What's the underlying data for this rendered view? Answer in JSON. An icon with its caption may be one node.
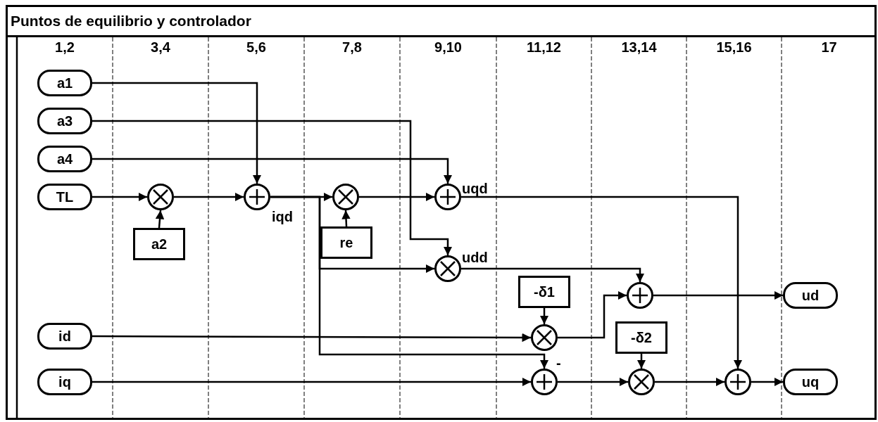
{
  "diagram": {
    "title": "Puntos de equilibrio y controlador",
    "nodes": [
      {
        "text": [
          "a1"
        ]
      },
      {
        "text": [
          "a3"
        ]
      },
      {
        "text": [
          "a4"
        ]
      },
      {
        "text": [
          "TL"
        ]
      },
      {
        "text": [],
        "shape": "circle"
      },
      {
        "text": [
          "a2"
        ]
      },
      {
        "text": [],
        "shape": "circle",
        "beside": [
          "iqd"
        ]
      },
      {
        "text": [],
        "shape": "circle"
      },
      {
        "text": [
          "re"
        ]
      },
      {
        "text": [],
        "shape": "circle",
        "beside": [
          "uqd"
        ]
      },
      {
        "text": [],
        "shape": "circle",
        "beside": [
          "udd"
        ]
      },
      {
        "text": [
          "-δ1"
        ]
      },
      {
        "text": [],
        "shape": "circle"
      },
      {
        "text": [
          "ud"
        ]
      },
      {
        "text": [
          "id"
        ]
      },
      {
        "text": [],
        "shape": "circle"
      },
      {
        "text": [
          "iq"
        ]
      },
      {
        "text": [],
        "shape": "circle",
        "beside": [
          "-"
        ]
      },
      {
        "text": [
          "-δ2"
        ]
      },
      {
        "text": [],
        "shape": "circle"
      },
      {
        "text": [],
        "shape": "circle"
      },
      {
        "text": [
          "uq"
        ]
      }
    ],
    "edges": [
      {
        "from": 0,
        "to": 6,
        "arrow": "to"
      },
      {
        "from": 1,
        "to": 10,
        "arrow": "to"
      },
      {
        "from": 2,
        "to": 9,
        "arrow": "to"
      },
      {
        "from": 3,
        "to": 4,
        "arrow": "to"
      },
      {
        "from": 5,
        "to": 4,
        "arrow": "to"
      },
      {
        "from": 4,
        "to": 6,
        "arrow": "to"
      },
      {
        "from": 6,
        "to": 7,
        "arrow": "to"
      },
      {
        "from": 6,
        "to": 10,
        "arrow": "to"
      },
      {
        "from": 6,
        "to": 17,
        "arrow": "to"
      },
      {
        "from": 8,
        "to": 7,
        "arrow": "to"
      },
      {
        "from": 7,
        "to": 9,
        "arrow": "to"
      },
      {
        "from": 9,
        "to": 20,
        "arrow": "to"
      },
      {
        "from": 10,
        "to": 12,
        "arrow": "to"
      },
      {
        "from": 11,
        "to": 15,
        "arrow": "to"
      },
      {
        "from": 14,
        "to": 15,
        "arrow": "to"
      },
      {
        "from": 15,
        "to": 12,
        "arrow": "to"
      },
      {
        "from": 12,
        "to": 13,
        "arrow": "to"
      },
      {
        "from": 16,
        "to": 17,
        "arrow": "to"
      },
      {
        "from": 17,
        "to": 19,
        "arrow": "to"
      },
      {
        "from": 18,
        "to": 19,
        "arrow": "to"
      },
      {
        "from": 19,
        "to": 20,
        "arrow": "to"
      },
      {
        "from": 20,
        "to": 21,
        "arrow": "to"
      }
    ],
    "labels": [
      "1,2",
      "3,4",
      "5,6",
      "7,8",
      "9,10",
      "11,12",
      "13,14",
      "15,16",
      "17"
    ]
  }
}
